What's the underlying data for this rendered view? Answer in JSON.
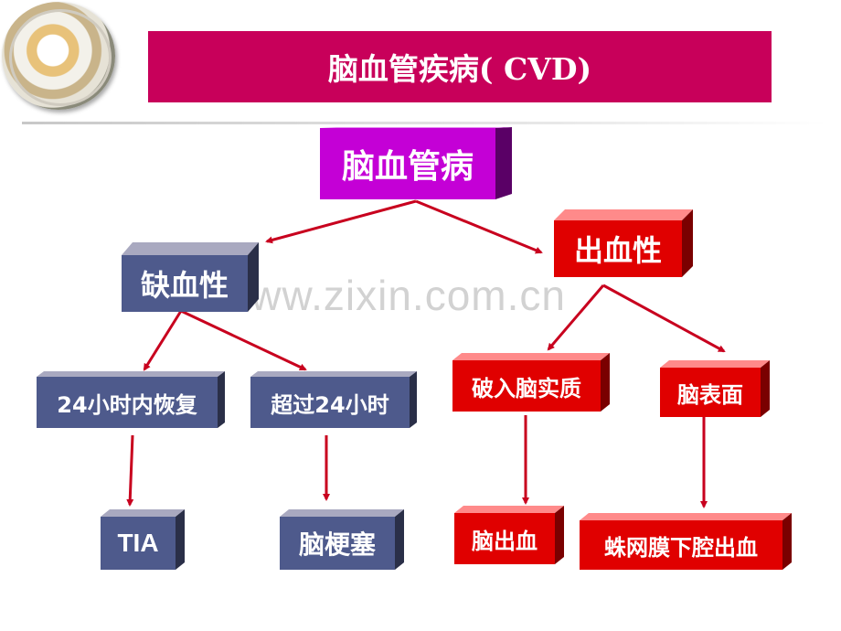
{
  "title": "脑血管疾病( CVD)",
  "watermark": "www.zixin.com.cn",
  "nodes": {
    "root": "脑血管病",
    "ischemic": "缺血性",
    "hemorrhagic": "出血性",
    "recover24": "24小时内恢复",
    "over24": "超过24小时",
    "tia": "TIA",
    "infarct": "脑梗塞",
    "parenchymal": "破入脑实质",
    "surface": "脑表面",
    "ich": "脑出血",
    "sah": "蛛网膜下腔出血"
  },
  "colors": {
    "title_bar": "#c8005a",
    "root_box": "#c400d6",
    "ischemic_box": "#4e5a8c",
    "hemorrhagic_box": "#e00000",
    "arrow": "#c8001e"
  }
}
